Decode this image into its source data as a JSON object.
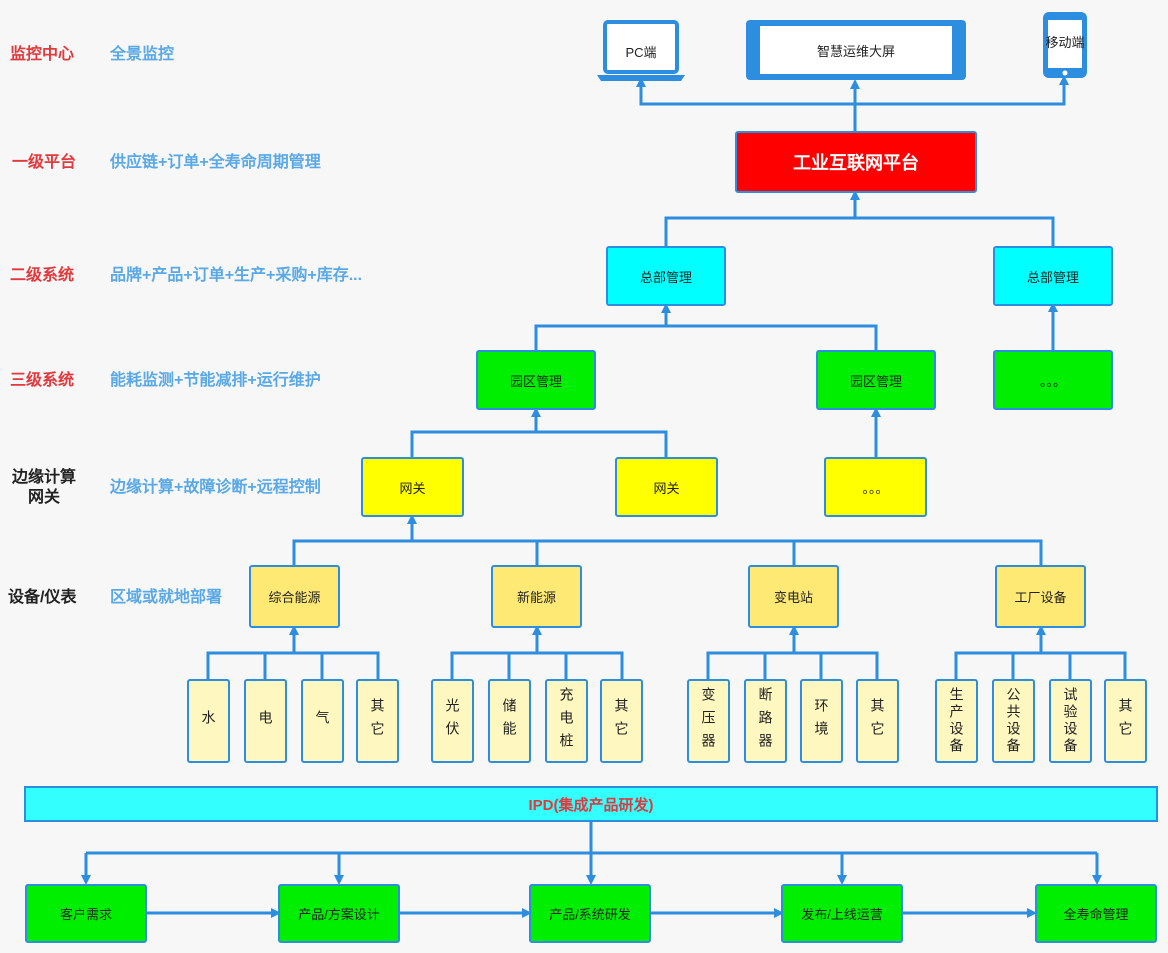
{
  "levels": [
    {
      "name": "监控中心",
      "desc": "全景监控"
    },
    {
      "name": "一级平台",
      "desc": "供应链+订单+全寿命周期管理"
    },
    {
      "name": "二级系统",
      "desc": "品牌+产品+订单+生产+采购+库存..."
    },
    {
      "name": "三级系统",
      "desc": "能耗监测+节能减排+运行维护"
    },
    {
      "name": "边缘计算\n网关",
      "desc": "边缘计算+故障诊断+远程控制"
    },
    {
      "name": "设备/仪表",
      "desc": "区域或就地部署"
    }
  ],
  "devices": {
    "pc": "PC端",
    "screen": "智慧运维大屏",
    "mobile": "移动端"
  },
  "platform": "工业互联网平台",
  "hq": [
    "总部管理",
    "总部管理"
  ],
  "parks": [
    "园区管理",
    "园区管理",
    "。。。"
  ],
  "gateways": [
    "网关",
    "网关",
    "。。。"
  ],
  "categories": [
    "综合能源",
    "新能源",
    "变电站",
    "工厂设备"
  ],
  "leaves": [
    [
      "水",
      "电",
      "气",
      "其它"
    ],
    [
      "光伏",
      "储能",
      "充电桩",
      "其它"
    ],
    [
      "变压器",
      "断路器",
      "环境",
      "其它"
    ],
    [
      "生产设备",
      "公共设备",
      "试验设备",
      "其它"
    ]
  ],
  "ipd": "IPD(集成产品研发)",
  "process": [
    "客户需求",
    "产品/方案设计",
    "产品/系统研发",
    "发布/上线运营",
    "全寿命管理"
  ],
  "colors": {
    "line": "#2d8ee0",
    "red": "#e0393e",
    "desc": "#5aa9e6"
  }
}
